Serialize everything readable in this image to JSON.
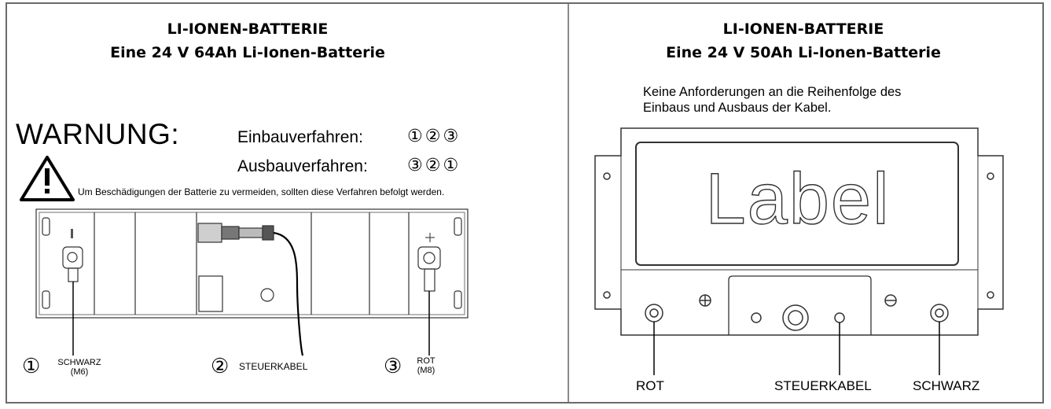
{
  "left": {
    "title": "LI-IONEN-BATTERIE",
    "subtitle": "Eine 24 V 64Ah Li-Ionen-Batterie",
    "warning": "WARNUNG:",
    "install_label": "Einbauverfahren:",
    "install_sequence": "①②③",
    "removal_label": "Ausbauverfahren:",
    "removal_sequence": "③②①",
    "hint": "Um Beschädigungen der Batterie zu vermeiden, sollten diese Verfahren befolgt werden.",
    "callouts": [
      {
        "number": "①",
        "name": "SCHWARZ",
        "sub": "(M6)"
      },
      {
        "number": "②",
        "name": "STEUERKABEL",
        "sub": ""
      },
      {
        "number": "③",
        "name": "ROT",
        "sub": "(M8)"
      }
    ]
  },
  "right": {
    "title": "LI-IONEN-BATTERIE",
    "subtitle": "Eine 24 V 50Ah Li-Ionen-Batterie",
    "note": "Keine Anforderungen an die Reihenfolge des Einbaus und Ausbaus der Kabel.",
    "plate_label": "Label",
    "labels": [
      "ROT",
      "STEUERKABEL",
      "SCHWARZ"
    ]
  },
  "icons": [
    "warning-triangle-icon",
    "minus-terminal-icon",
    "plus-terminal-icon"
  ]
}
